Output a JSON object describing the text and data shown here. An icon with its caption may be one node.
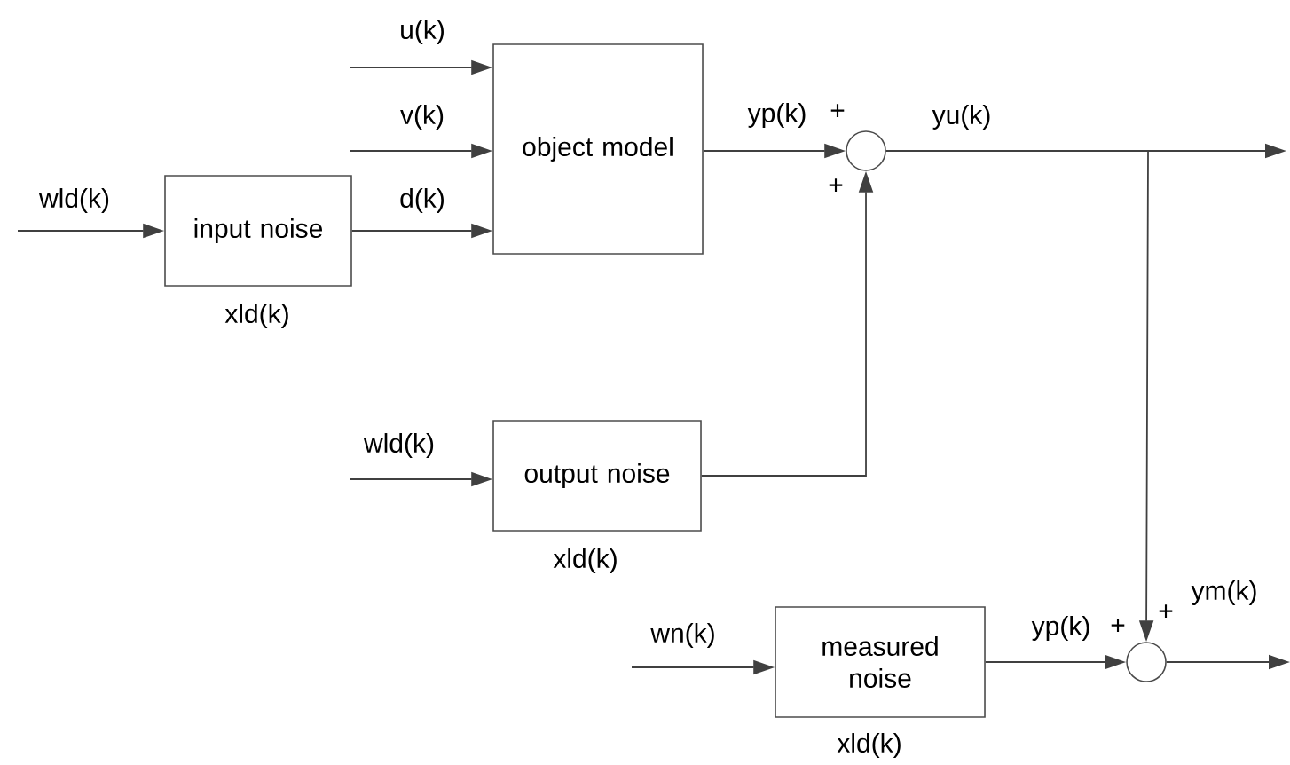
{
  "diagram": {
    "nodes": [
      {
        "text": [
          "input noise"
        ],
        "beside": [
          "xld(k)"
        ]
      },
      {
        "text": [
          "object model"
        ]
      },
      {
        "text": [],
        "shape": "circle"
      },
      {
        "text": [
          "output noise"
        ],
        "beside": [
          "xld(k)"
        ]
      },
      {
        "text": [
          "measured noise"
        ],
        "beside": [
          "xld(k)"
        ]
      },
      {
        "text": [],
        "shape": "circle"
      }
    ],
    "edges": [
      {
        "from": null,
        "to": 0,
        "arrow": "to",
        "label": "wld(k)"
      },
      {
        "from": null,
        "to": 1,
        "arrow": "to",
        "label": "u(k)"
      },
      {
        "from": null,
        "to": 1,
        "arrow": "to",
        "label": "v(k)"
      },
      {
        "from": 0,
        "to": 1,
        "arrow": "to",
        "label": "d(k)"
      },
      {
        "from": 1,
        "to": 2,
        "arrow": "to",
        "label": "yp(k)"
      },
      {
        "from": null,
        "to": 3,
        "arrow": "to",
        "label": "wld(k)"
      },
      {
        "from": 3,
        "to": 2,
        "arrow": "to"
      },
      {
        "from": 2,
        "to": null,
        "arrow": "to",
        "label": "yu(k)"
      },
      {
        "from": 2,
        "to": 5,
        "arrow": "to"
      },
      {
        "from": null,
        "to": 4,
        "arrow": "to",
        "label": "wn(k)"
      },
      {
        "from": 4,
        "to": 5,
        "arrow": "to",
        "label": "yp(k)"
      },
      {
        "from": 5,
        "to": null,
        "arrow": "to",
        "label": "ym(k)"
      }
    ],
    "labels": [
      "+",
      "+",
      "+",
      "+"
    ]
  }
}
